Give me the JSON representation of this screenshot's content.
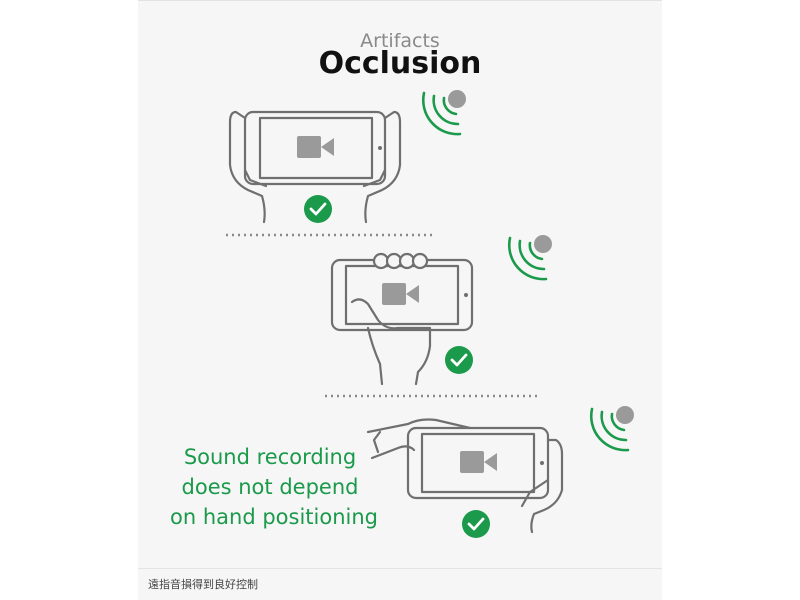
{
  "header": {
    "subtitle": "Artifacts",
    "title": "Occlusion"
  },
  "caption": {
    "lines": [
      "Sound recording",
      "does not  depend",
      "on hand positioning"
    ]
  },
  "footer": {
    "text": "遠指音損得到良好控制"
  },
  "colors": {
    "accent_green": "#1a9a4a",
    "line_gray": "#6f6f6f",
    "icon_gray": "#9a9a9a"
  },
  "icons": [
    "video-camera-icon",
    "sound-wave-icon",
    "checkmark-icon"
  ]
}
